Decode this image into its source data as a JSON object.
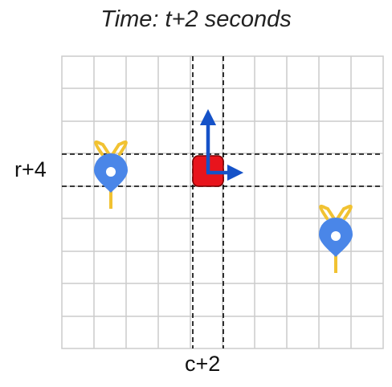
{
  "title": "Time: t+2 seconds",
  "row_label": "r+4",
  "col_label": "c+2",
  "grid": {
    "columns": 10,
    "rows": 9,
    "line_color": "#cccccc"
  },
  "agent": {
    "color": "#e8141c",
    "arrow_color": "#1552c8",
    "arrows": [
      "up",
      "right"
    ]
  },
  "markers": [
    {
      "name": "person-marker-left",
      "pin_color": "#4a86e8",
      "tail_color": "#f1c232"
    },
    {
      "name": "person-marker-right",
      "pin_color": "#4a86e8",
      "tail_color": "#f1c232"
    }
  ]
}
